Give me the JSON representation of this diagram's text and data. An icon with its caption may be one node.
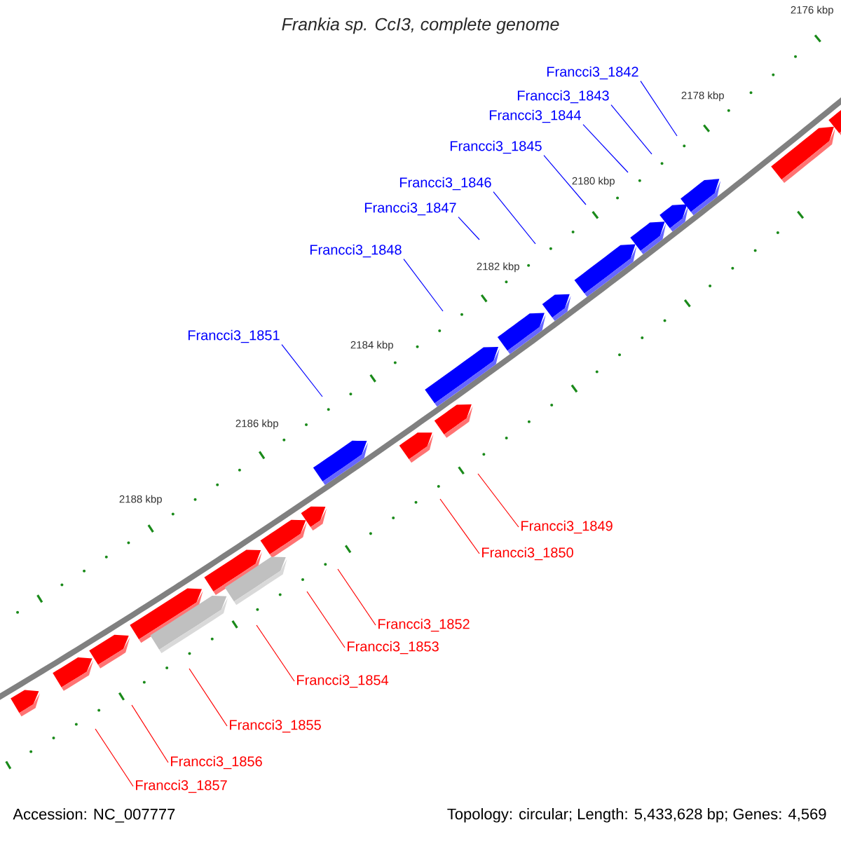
{
  "diagram": {
    "title": "Frankia sp. CcI3, complete genome",
    "nodes": [
      {
        "text": [
          "Francci3_1842"
        ]
      },
      {
        "text": [
          "Francci3_1843"
        ]
      },
      {
        "text": [
          "Francci3_1844"
        ]
      },
      {
        "text": [
          "Francci3_1845"
        ]
      },
      {
        "text": [
          "Francci3_1846"
        ]
      },
      {
        "text": [
          "Francci3_1847"
        ]
      },
      {
        "text": [
          "Francci3_1848"
        ]
      },
      {
        "text": [
          "Francci3_1851"
        ]
      },
      {
        "text": [
          "Francci3_1849"
        ]
      },
      {
        "text": [
          "Francci3_1850"
        ]
      },
      {
        "text": [
          "Francci3_1852"
        ]
      },
      {
        "text": [
          "Francci3_1853"
        ]
      },
      {
        "text": [
          "Francci3_1854"
        ]
      },
      {
        "text": [
          "Francci3_1855"
        ]
      },
      {
        "text": [
          "Francci3_1856"
        ]
      },
      {
        "text": [
          "Francci3_1857"
        ]
      }
    ],
    "edges": [
      {
        "from": 0,
        "to": null,
        "arrow": "none",
        "color": "#0000ff"
      },
      {
        "from": 1,
        "to": null,
        "arrow": "none",
        "color": "#0000ff"
      },
      {
        "from": 2,
        "to": null,
        "arrow": "none",
        "color": "#0000ff"
      },
      {
        "from": 3,
        "to": null,
        "arrow": "none",
        "color": "#0000ff"
      },
      {
        "from": 4,
        "to": null,
        "arrow": "none",
        "color": "#0000ff"
      },
      {
        "from": 5,
        "to": null,
        "arrow": "none",
        "color": "#0000ff"
      },
      {
        "from": 6,
        "to": null,
        "arrow": "none",
        "color": "#0000ff"
      },
      {
        "from": 7,
        "to": null,
        "arrow": "none",
        "color": "#0000ff"
      },
      {
        "from": 8,
        "to": null,
        "arrow": "none",
        "color": "#ff0000"
      },
      {
        "from": 9,
        "to": null,
        "arrow": "none",
        "color": "#ff0000"
      },
      {
        "from": 10,
        "to": null,
        "arrow": "none",
        "color": "#ff0000"
      },
      {
        "from": 11,
        "to": null,
        "arrow": "none",
        "color": "#ff0000"
      },
      {
        "from": 12,
        "to": null,
        "arrow": "none",
        "color": "#ff0000"
      },
      {
        "from": 13,
        "to": null,
        "arrow": "none",
        "color": "#ff0000"
      },
      {
        "from": 14,
        "to": null,
        "arrow": "none",
        "color": "#ff0000"
      },
      {
        "from": 15,
        "to": null,
        "arrow": "none",
        "color": "#ff0000"
      }
    ],
    "labels": [
      "2176 kbp",
      "2178 kbp",
      "2180 kbp",
      "2182 kbp",
      "2184 kbp",
      "2186 kbp",
      "2188 kbp",
      "Accession: NC_007777",
      "Topology: circular; Length: 5,433,628 bp; Genes: 4,569"
    ]
  }
}
